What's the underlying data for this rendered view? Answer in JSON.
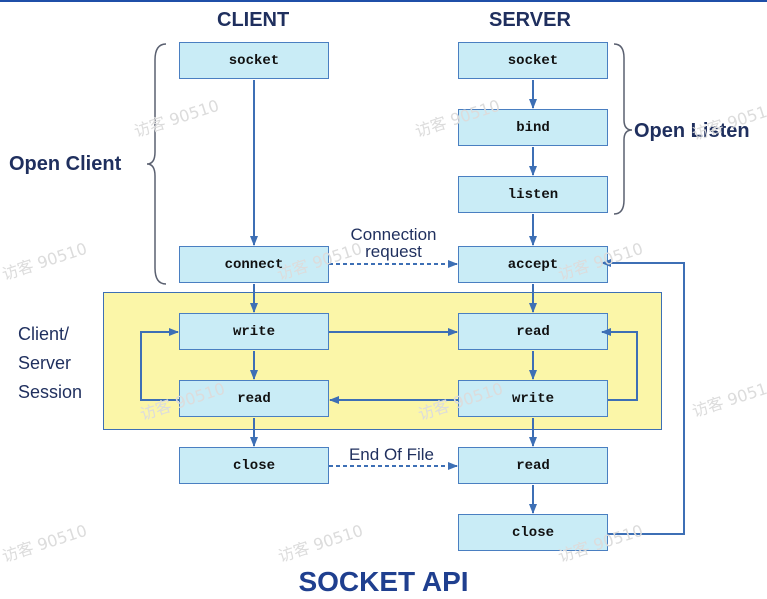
{
  "titles": {
    "client": "CLIENT",
    "server": "SERVER",
    "footer": "SOCKET API"
  },
  "client_boxes": [
    "socket",
    "connect",
    "write",
    "read",
    "close"
  ],
  "server_boxes": [
    "socket",
    "bind",
    "listen",
    "accept",
    "read",
    "write",
    "read",
    "close"
  ],
  "labels": {
    "open_client": "Open Client",
    "open_listen": "Open Listen",
    "session": [
      "Client/",
      "Server",
      "Session"
    ],
    "connection": [
      "Connection",
      "request"
    ],
    "eof": "End Of File"
  },
  "watermark": "访客 90510",
  "colors": {
    "box_fill": "#c9ecf6",
    "box_border": "#4a7fc1",
    "arrow": "#3d6fb5",
    "session_fill": "#fbf6a8",
    "title": "#1f2f5e"
  }
}
